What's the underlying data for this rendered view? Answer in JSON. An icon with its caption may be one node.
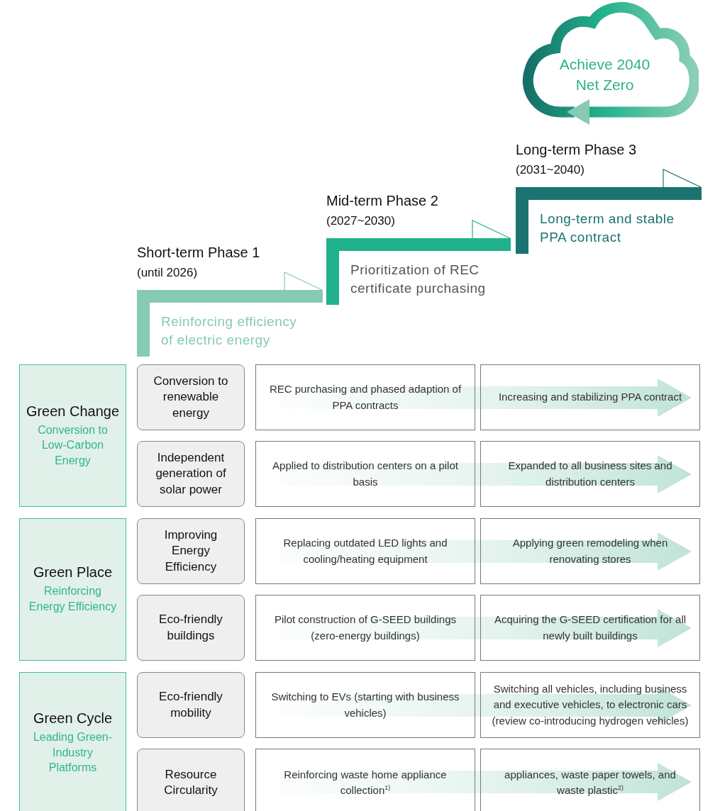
{
  "diagram": {
    "nodes": [
      {
        "text": [
          "Achieve 2040 Net Zero"
        ]
      },
      {
        "text": [
          "Short-term Phase 1",
          "(until 2026)",
          "Reinforcing efficiency of electric energy"
        ]
      },
      {
        "text": [
          "Mid-term Phase 2",
          "(2027~2030)",
          "Prioritization of REC certificate purchasing"
        ]
      },
      {
        "text": [
          "Long-term Phase 3",
          "(2031~2040)",
          "Long-term and stable PPA contract"
        ]
      },
      {
        "text": [
          "Green Change",
          "Conversion to Low-Carbon Energy"
        ]
      },
      {
        "text": [
          "Conversion to renewable energy"
        ]
      },
      {
        "text": [
          "REC purchasing and phased adaption of PPA contracts"
        ]
      },
      {
        "text": [
          "Increasing and stabilizing PPA contract"
        ]
      },
      {
        "text": [
          "Independent generation of solar power"
        ]
      },
      {
        "text": [
          "Applied to distribution centers on a pilot basis"
        ]
      },
      {
        "text": [
          "Expanded to all business sites and distribution centers"
        ]
      },
      {
        "text": [
          "Green Place",
          "Reinforcing Energy Efficiency"
        ]
      },
      {
        "text": [
          "Improving Energy Efficiency"
        ]
      },
      {
        "text": [
          "Replacing outdated LED lights and cooling/heating equipment"
        ]
      },
      {
        "text": [
          "Applying green remodeling when renovating stores"
        ]
      },
      {
        "text": [
          "Eco-friendly buildings"
        ]
      },
      {
        "text": [
          "Pilot construction of G-SEED buildings (zero-energy buildings)"
        ]
      },
      {
        "text": [
          "Acquiring the G-SEED certification for all newly built buildings"
        ]
      },
      {
        "text": [
          "Green Cycle",
          "Leading Green-Industry Platforms"
        ]
      },
      {
        "text": [
          "Eco-friendly mobility"
        ]
      },
      {
        "text": [
          "Switching to EVs (starting with business vehicles)"
        ]
      },
      {
        "text": [
          "Switching all vehicles, including business and executive vehicles, to electronic cars (review co-introducing hydrogen vehicles)"
        ]
      },
      {
        "text": [
          "Resource Circularity"
        ]
      },
      {
        "text": [
          "Reinforcing waste home appliance collection$^{1)}$"
        ]
      },
      {
        "text": [
          "appliances, waste paper towels, and waste plastic$^{2)}$"
        ]
      }
    ]
  }
}
